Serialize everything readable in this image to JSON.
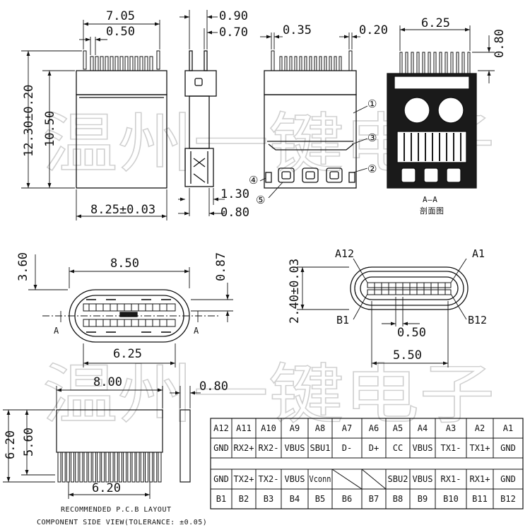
{
  "watermark": {
    "text": "温州一键电子"
  },
  "top_views": {
    "front": {
      "width_top": "7.05",
      "pitch": "0.50",
      "height_total": "12.30±0.20",
      "height_body": "10.50",
      "width_body": "8.25±0.03"
    },
    "side": {
      "lead_a": "0.90",
      "lead_b": "0.70",
      "foot_a": "1.30",
      "foot_b": "0.80"
    },
    "back": {
      "dim_a": "0.35",
      "dim_b": "0.20",
      "callouts": [
        "①",
        "②",
        "③",
        "④",
        "⑤"
      ]
    },
    "section": {
      "width": "6.25",
      "height": "0.80",
      "label": "A—A",
      "caption": "剖面图"
    }
  },
  "middle_views": {
    "face": {
      "width": "8.50",
      "height_left": "3.60",
      "height_right": "0.87",
      "inner_width": "6.25",
      "section_mark": "A"
    },
    "port": {
      "label_a12": "A12",
      "label_a1": "A1",
      "label_b1": "B1",
      "label_b12": "B12",
      "height": "2.40±0.03",
      "pitch": "0.50",
      "width": "5.50"
    }
  },
  "pcb": {
    "width": "8.00",
    "side_width": "0.80",
    "height_total": "6.20",
    "height_pad": "5.60",
    "bottom_width": "6.20",
    "caption_1": "RECOMMENDED P.C.B  LAYOUT",
    "caption_2": "COMPONENT SIDE VIEW(TOLERANCE: ±0.05)"
  },
  "pin_table": {
    "row_a_pins": [
      "A12",
      "A11",
      "A10",
      "A9",
      "A8",
      "A7",
      "A6",
      "A5",
      "A4",
      "A3",
      "A2",
      "A1"
    ],
    "row_a_signals": [
      "GND",
      "RX2+",
      "RX2-",
      "VBUS",
      "SBU1",
      "D-",
      "D+",
      "CC",
      "VBUS",
      "TX1-",
      "TX1+",
      "GND"
    ],
    "row_b_signals": [
      "GND",
      "TX2+",
      "TX2-",
      "VBUS",
      "Vconn",
      "",
      "",
      "SBU2",
      "VBUS",
      "RX1-",
      "RX1+",
      "GND"
    ],
    "row_b_pins": [
      "B1",
      "B2",
      "B3",
      "B4",
      "B5",
      "B6",
      "B7",
      "B8",
      "B9",
      "B10",
      "B11",
      "B12"
    ]
  }
}
